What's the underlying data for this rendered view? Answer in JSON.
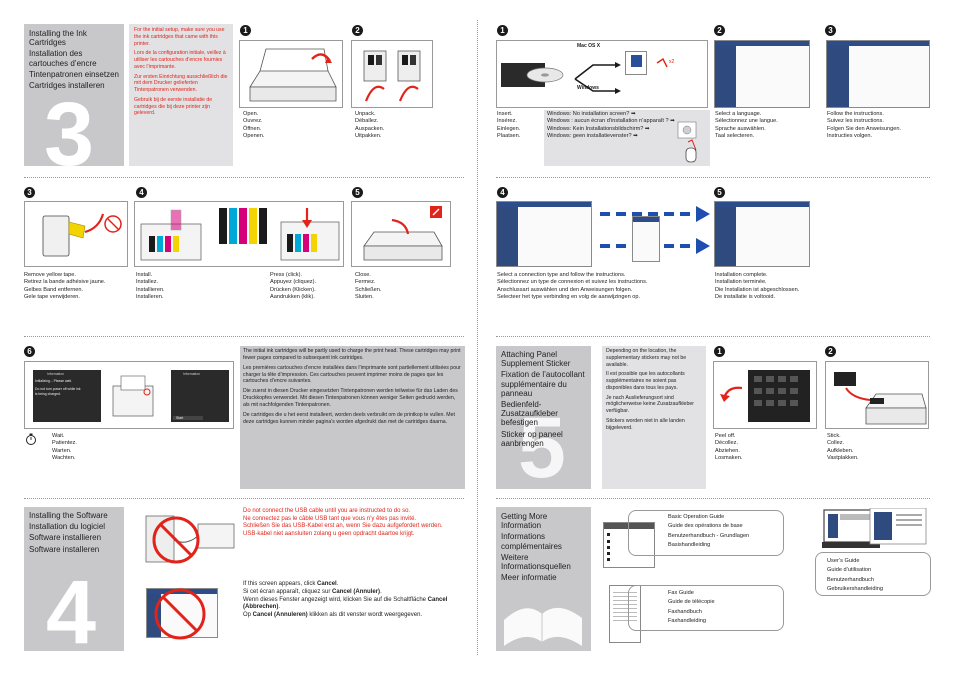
{
  "section3": {
    "number": "3",
    "titles": [
      "Installing the Ink Cartridges",
      "Installation des cartouches d’encre",
      "Tintenpatronen einsetzen",
      "Cartridges installeren"
    ],
    "note": [
      "For the initial setup, make sure you use the ink cartridges that came with this printer.",
      "Lors de la configuration initiale, veillez à utiliser les cartouches d’encre fournies avec l’imprimante.",
      "Zur ersten Einrichtung ausschließlich die mit dem Drucker gelieferten Tintenpatronen verwenden.",
      "Gebruik bij de eerste installatie de cartridges die bij deze printer zijn geleverd."
    ],
    "step1": {
      "num": "1",
      "lines": [
        "Open.",
        "Ouvrez.",
        "Öffnen.",
        "Openen."
      ]
    },
    "step2": {
      "num": "2",
      "lines": [
        "Unpack.",
        "Déballez.",
        "Auspacken.",
        "Uitpakken."
      ]
    },
    "step3": {
      "num": "3",
      "lines": [
        "Remove yellow tape.",
        "Retirez la bande adhésive jaune.",
        "Gelbes Band entfernen.",
        "Gele tape verwijderen."
      ]
    },
    "step4": {
      "num": "4",
      "lines": [
        "Install.",
        "Installez.",
        "Installieren.",
        "Installeren."
      ],
      "press_lines": [
        "Press (click).",
        "Appuyez (cliquez).",
        "Drücken (Klicken).",
        "Aandrukken (klik)."
      ]
    },
    "step5": {
      "num": "5",
      "lines": [
        "Close.",
        "Fermez.",
        "Schließen.",
        "Sluiten."
      ]
    },
    "step6": {
      "num": "6",
      "lines": [
        "Wait.",
        "Patientez.",
        "Warten.",
        "Wachten."
      ],
      "screen1_title": "Information",
      "screen1_text": [
        "Initializing... Please wait.",
        "Do not turn power off while ink",
        "is being charged."
      ],
      "screen2_title": "Information",
      "screen2_button": "Start",
      "info": [
        "The initial ink cartridges will be partly used to charge the print head. These cartridges may print fewer pages compared to subsequent ink cartridges.",
        "Les premières cartouches d’encre installées dans l’imprimante sont partiellement utilisées pour charger la tête d’impression. Ces cartouches peuvent imprimer moins de pages que les cartouches d’encre suivantes.",
        "Die zuerst in diesen Drucker eingesetzten Tintenpatronen werden teilweise für das Laden des Druckkopfes verwendet. Mit diesen Tintenpatronen können weniger Seiten gedruckt werden, als mit nachfolgenden Tintenpatronen.",
        "De cartridges die u het eerst installeert, worden deels verbruikt om de printkop te vullen. Met deze cartridges kunnen minder pagina’s worden afgedrukt dan met de cartridges daarna."
      ]
    }
  },
  "section4": {
    "number": "4",
    "titles": [
      "Installing the Software",
      "Installation du logiciel",
      "Software installieren",
      "Software installeren"
    ],
    "usb_warning": [
      "Do not connect the USB cable until you are instructed to do so.",
      "Ne connectez pas le câble USB tant que vous n’y êtes pas invité.",
      "Schließen Sie das USB-Kabel erst an, wenn Sie dazu aufgefordert werden.",
      "USB-kabel niet aansluiten zolang u geen opdracht daartoe krijgt."
    ],
    "cancel_lines": [
      {
        "pre": "If this screen appears, click ",
        "bold": "Cancel",
        "post": "."
      },
      {
        "pre": "Si cet écran apparaît, cliquez sur ",
        "bold": "Cancel (Annuler)",
        "post": "."
      },
      {
        "pre": "Wenn dieses Fenster angezeigt wird, klicken Sie auf die Schaltfläche ",
        "bold": "Cancel (Abbrechen)",
        "post": "."
      },
      {
        "pre": "Op ",
        "bold": "Cancel (Annuleren)",
        "post": " klikken als dit venster wordt weergegeven."
      }
    ]
  },
  "right_install": {
    "step1": {
      "num": "1",
      "lines": [
        "Insert.",
        "Insérez.",
        "Einlegen.",
        "Plaatsen."
      ],
      "mac_label": "Mac OS X",
      "windows_label": "Windows"
    },
    "windows_lines": [
      "Windows: No installation screen? ➡",
      "Windows : aucun écran d’installation n’apparaît ? ➡",
      "Windows: Kein Installationsbildschirm? ➡",
      "Windows: geen installatievenster? ➡"
    ],
    "step2": {
      "num": "2",
      "lines": [
        "Select a language.",
        "Sélectionnez une langue.",
        "Sprache auswählen.",
        "Taal selecteren."
      ]
    },
    "step3": {
      "num": "3",
      "lines": [
        "Follow the instructions.",
        "Suivez les instructions.",
        "Folgen Sie den Anweisungen.",
        "Instructies volgen."
      ]
    },
    "step4": {
      "num": "4",
      "lines": [
        "Select a connection type and follow the instructions.",
        "Sélectionnez un type de connexion et suivez les instructions.",
        "Anschlussart auswählen und den Anweisungen folgen.",
        "Selecteer het type verbinding en volg de aanwijzingen op."
      ]
    },
    "step5": {
      "num": "5",
      "lines": [
        "Installation complete.",
        "Installation terminée.",
        "Die Installation ist abgeschlossen.",
        "De installatie is voltooid."
      ]
    }
  },
  "section5": {
    "number": "5",
    "titles": [
      "Attaching Panel Supplement Sticker",
      "Fixation de l’autocollant supplémentaire du panneau",
      "Bedienfeld-Zusatzaufkleber befestigen",
      "Sticker op paneel aanbrengen"
    ],
    "note": [
      "Depending on the location, the supplementary stickers may not be available.",
      "Il est possible que les autocollants supplémentaires ne soient pas disponibles dans tous les pays.",
      "Je nach Auslieferungsort sind möglicherweise keine Zusatzaufkleber verfügbar.",
      "Stickers worden niet in alle landen bijgeleverd."
    ],
    "step1": {
      "num": "1",
      "lines": [
        "Peel off.",
        "Décollez.",
        "Abziehen.",
        "Losmaken."
      ]
    },
    "step2": {
      "num": "2",
      "lines": [
        "Stick.",
        "Collez.",
        "Aufkleben.",
        "Vastplakken."
      ]
    }
  },
  "section6": {
    "titles": [
      "Getting More Information",
      "Informations complémentaires",
      "Weitere Informationsquellen",
      "Meer informatie"
    ],
    "basic_guide": [
      "Basic Operation Guide",
      "Guide des opérations de base",
      "Benutzerhandbuch - Grundlagen",
      "Basishandleiding"
    ],
    "fax_guide": [
      "Fax Guide",
      "Guide de télécopie",
      "Faxhandbuch",
      "Faxhandleiding"
    ],
    "users_guide": [
      "User’s Guide",
      "Guide d’utilisation",
      "Benutzerhandbuch",
      "Gebruikershandleiding"
    ]
  },
  "colors": {
    "gray_panel": "#c8c8cb",
    "light_panel": "#e2e2e4",
    "warning_red": "#e2231a",
    "arrow_blue": "#1e4fb0",
    "ink_cyan": "#00a8d8",
    "ink_magenta": "#d6007a",
    "ink_yellow": "#f4d400",
    "ink_black": "#1a1a1a"
  }
}
